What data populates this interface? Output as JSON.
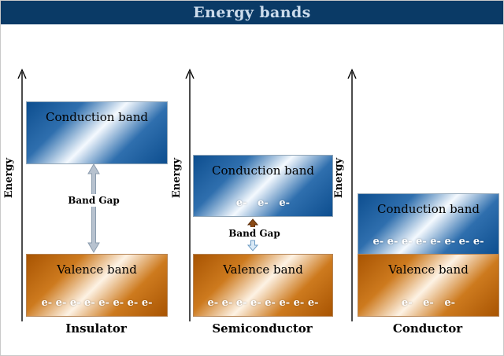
{
  "title": "Energy bands",
  "axis_label": "Energy",
  "panels": [
    {
      "caption": "Insulator",
      "conduction_label": "Conduction band",
      "valence_label": "Valence band",
      "valence_electrons": "e- e- e- e- e- e- e- e-",
      "band_gap_label": "Band Gap"
    },
    {
      "caption": "Semiconductor",
      "conduction_label": "Conduction band",
      "conduction_electrons": "e-   e-   e-",
      "valence_label": "Valence band",
      "valence_electrons": "e- e- e- e- e- e- e- e-",
      "band_gap_label": "Band Gap"
    },
    {
      "caption": "Conductor",
      "conduction_label": "Conduction band",
      "conduction_electrons": "e- e- e- e- e- e- e- e-",
      "valence_label": "Valence band",
      "valence_electrons": "e-   e-   e-"
    }
  ],
  "colors": {
    "title_bg": "#0a3a66",
    "title_text": "#ccdcec",
    "conduction_blue": "#0d4e8f",
    "valence_orange": "#a85402",
    "gap_arrow_gray": "#b7c2cf"
  }
}
